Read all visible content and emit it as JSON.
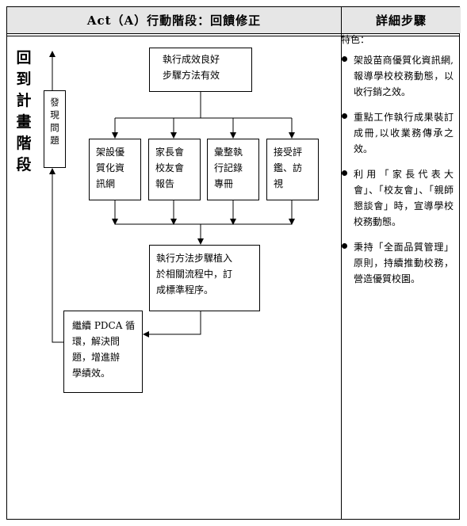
{
  "header": {
    "left_title": "Act（A）行動階段：回饋修正",
    "right_title": "詳細步驟"
  },
  "vertical_title": [
    "回",
    "到",
    "計",
    "畫",
    "階",
    "段"
  ],
  "side_box": [
    "發",
    "現",
    "問",
    "題"
  ],
  "flow": {
    "top_box": [
      "執行成效良好",
      "步驟方法有效"
    ],
    "branches": [
      [
        "架設優",
        "質化資",
        "訊網"
      ],
      [
        "家長會",
        "校友會",
        "報告"
      ],
      [
        "彙整執",
        "行記錄",
        "專冊"
      ],
      [
        "接受評",
        "鑑、訪",
        "視"
      ]
    ],
    "merge_box": [
      "執行方法步驟植入",
      "於相關流程中，訂",
      "成標準程序。"
    ],
    "pdca_box": [
      "繼續 PDCA 循",
      "環，解決問",
      "題，增進辦",
      "學績效。"
    ]
  },
  "details": {
    "label": "特色：",
    "bullets": [
      "架設苗商優質化資訊網,報導學校校務動態，以收行銷之效。",
      "重點工作執行成果裝訂成冊,以收業務傳承之效。",
      "利用「家長代表大會」、「校友會」、「親師懇談會」時，宣導學校校務動態。",
      "秉持「全面品質管理」原則，持續推動校務，營造優質校園。"
    ]
  }
}
